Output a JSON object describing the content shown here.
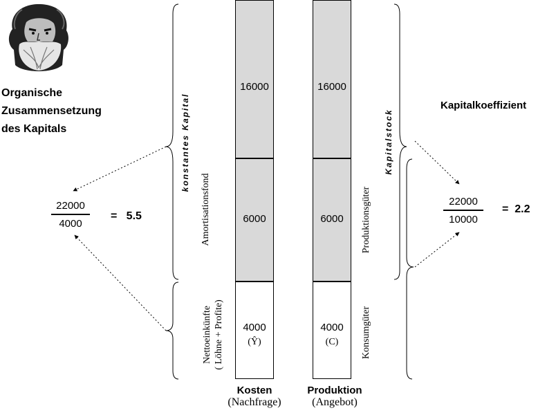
{
  "left_panel": {
    "title_lines": [
      "Organische",
      "Zusammensetzung",
      "des Kapitals"
    ],
    "fraction": {
      "numerator": "22000",
      "denominator": "4000"
    },
    "result": "=   5.5"
  },
  "right_panel": {
    "title": "Kapitalkoeffizient",
    "fraction": {
      "numerator": "22000",
      "denominator": "10000"
    },
    "result": "=  2.2"
  },
  "braces": {
    "left_upper": "konstantes Kapital",
    "right_upper": "Kapitalstock"
  },
  "cost_column": {
    "title": "Kosten",
    "subtitle": "(Nachfrage)",
    "segments": {
      "top": "16000",
      "middle": "6000",
      "bottom": "4000",
      "bottom_symbol": "(Ŷ)"
    },
    "side_labels": {
      "middle": "Amortisationsfond",
      "bottom_line1": "Nettoeinkünfte",
      "bottom_line2": "( Löhne + Profite)"
    }
  },
  "production_column": {
    "title": "Produktion",
    "subtitle": "(Angebot)",
    "segments": {
      "top": "16000",
      "middle": "6000",
      "bottom": "4000",
      "bottom_symbol": "(C)"
    },
    "side_labels": {
      "middle": "Produktionsgüter",
      "bottom": "Konsumgüter"
    }
  },
  "colors": {
    "filled_segment": "#d9d9d9",
    "line": "#000000"
  }
}
